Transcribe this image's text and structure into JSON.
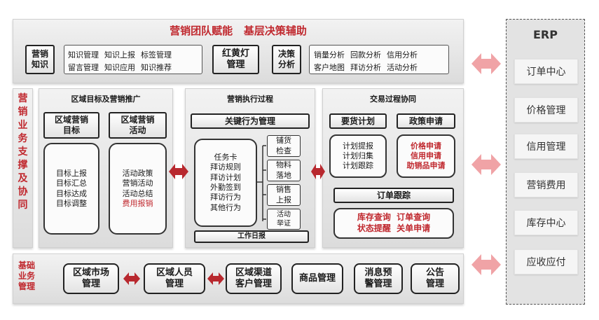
{
  "top": {
    "title": "营销团队赋能   基层决策辅助",
    "knowledge_label": "营销\n知识",
    "knowledge_items": [
      "知识管理",
      "知识上报",
      "标签管理",
      "留言管理",
      "知识应用",
      "知识推荐"
    ],
    "traffic_light": "红黄灯\n管理",
    "decision_label": "决策\n分析",
    "decision_items": [
      "销量分析",
      "回款分析",
      "信用分析",
      "客户地图",
      "拜访分析",
      "活动分析"
    ]
  },
  "side_label": "营\n销\n业\n务\n支\n撑\n及\n协\n同",
  "col1": {
    "title": "区域目标及营销推广",
    "box_a_title": "区域营销\n目标",
    "box_b_title": "区域营销\n活动",
    "box_a_items": "目标上报\n目标汇总\n目标达成\n目标调整",
    "box_b_items": "活动政策\n营销活动\n活动总结",
    "box_b_red": "费用报销"
  },
  "col2": {
    "title": "营销执行过程",
    "key_behavior": "关键行为管理",
    "task_items": "任务卡\n拜访规则\n拜访计划\n外勤签到\n拜访行为\n其他行为",
    "sub_items": [
      "铺货\n检查",
      "物料\n落地",
      "销售\n上报",
      "活动\n举证"
    ],
    "work_log": "工作日报"
  },
  "col3": {
    "title": "交易过程协同",
    "demand_plan": "要货计划",
    "policy_apply": "政策申请",
    "plan_items": "计划提报\n计划归集\n计划跟踪",
    "policy_items": "价格申请\n信用申请\n助销品申请",
    "order_track": "订单跟踪",
    "order_items": "库存查询  订单查询\n状态提醒  关单申请"
  },
  "base": {
    "label": "基础\n业务\n管理",
    "items": [
      "区域市场\n管理",
      "区域人员\n管理",
      "区域渠道\n客户管理",
      "商品管理",
      "消息预\n警管理",
      "公告\n管理"
    ]
  },
  "erp": {
    "title": "ERP",
    "items": [
      "订单中心",
      "价格管理",
      "信用管理",
      "营销费用",
      "库存中心",
      "应收应付"
    ]
  },
  "colors": {
    "accent_red": "#c0282e",
    "arrow_pink": "#f0a3a6"
  }
}
